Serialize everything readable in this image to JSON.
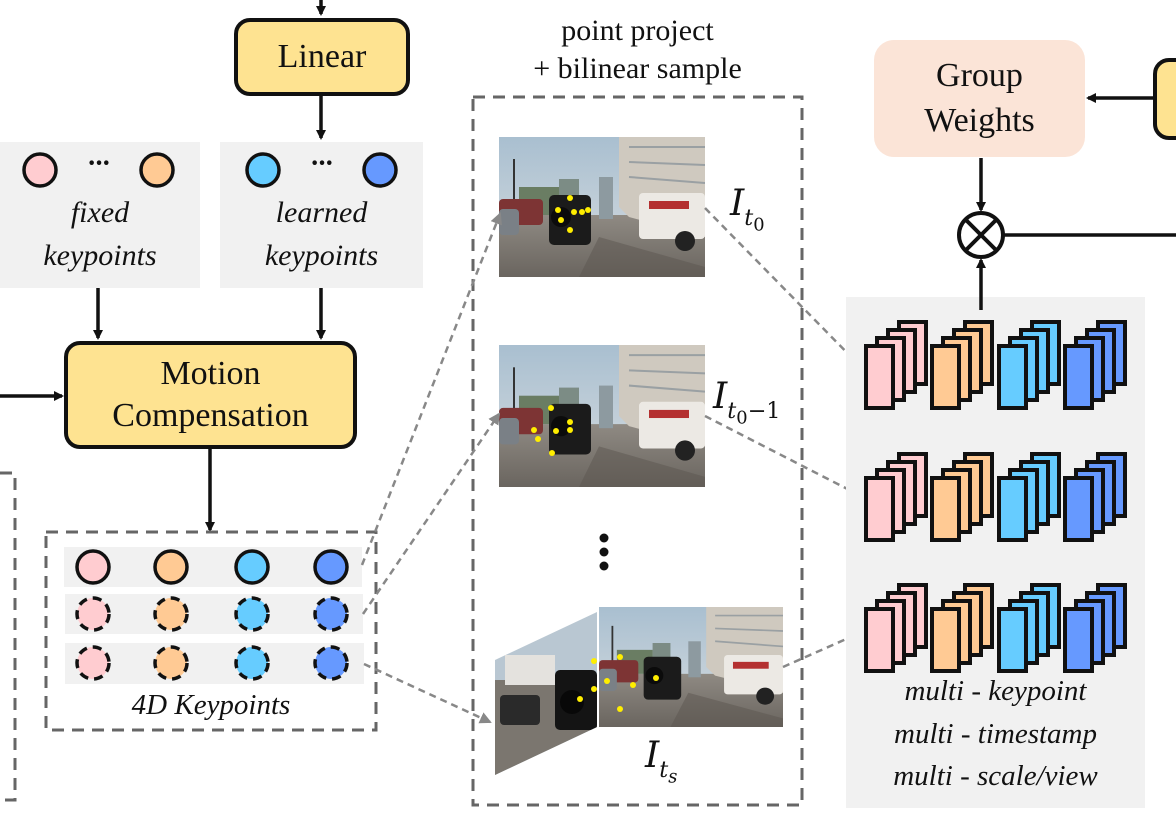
{
  "blocks": {
    "linear": "Linear",
    "motion_comp_line1": "Motion",
    "motion_comp_line2": "Compensation",
    "group_weights_line1": "Group",
    "group_weights_line2": "Weights"
  },
  "keypoint_groups": {
    "fixed": {
      "line1": "fixed",
      "line2": "keypoints",
      "ellipsis": "···"
    },
    "learned": {
      "line1": "learned",
      "line2": "keypoints",
      "ellipsis": "···"
    }
  },
  "keypoints_4d": {
    "label": "4D Keypoints",
    "rows": [
      {
        "style": "solid"
      },
      {
        "style": "dashed"
      },
      {
        "style": "dashed"
      }
    ]
  },
  "sampling": {
    "title_line1": "point project",
    "title_line2": "+ bilinear sample",
    "frames": [
      {
        "label_base": "I",
        "label_sub": "t",
        "label_subsub": "0",
        "label_suffix": ""
      },
      {
        "label_base": "I",
        "label_sub": "t",
        "label_subsub": "0",
        "label_suffix": "−1"
      },
      {
        "label_base": "I",
        "label_sub": "t",
        "label_subsub": "s",
        "label_suffix": ""
      }
    ],
    "vertical_ellipsis": "⋮"
  },
  "features": {
    "caption_line1": "multi - keypoint",
    "caption_line2": "multi - timestamp",
    "caption_line3": "multi - scale/view"
  },
  "operators": {
    "multiply": "⊗"
  },
  "colors": {
    "pink": "#ffccd0",
    "orange": "#ffca94",
    "light_blue": "#66ccff",
    "blue": "#6699ff",
    "block_yellow": "#fee391",
    "block_peach": "#fbe4d7",
    "panel_gray": "#f1f1f1",
    "dashed_gray": "#666666",
    "keypoint_yellow": "#ffee00"
  }
}
